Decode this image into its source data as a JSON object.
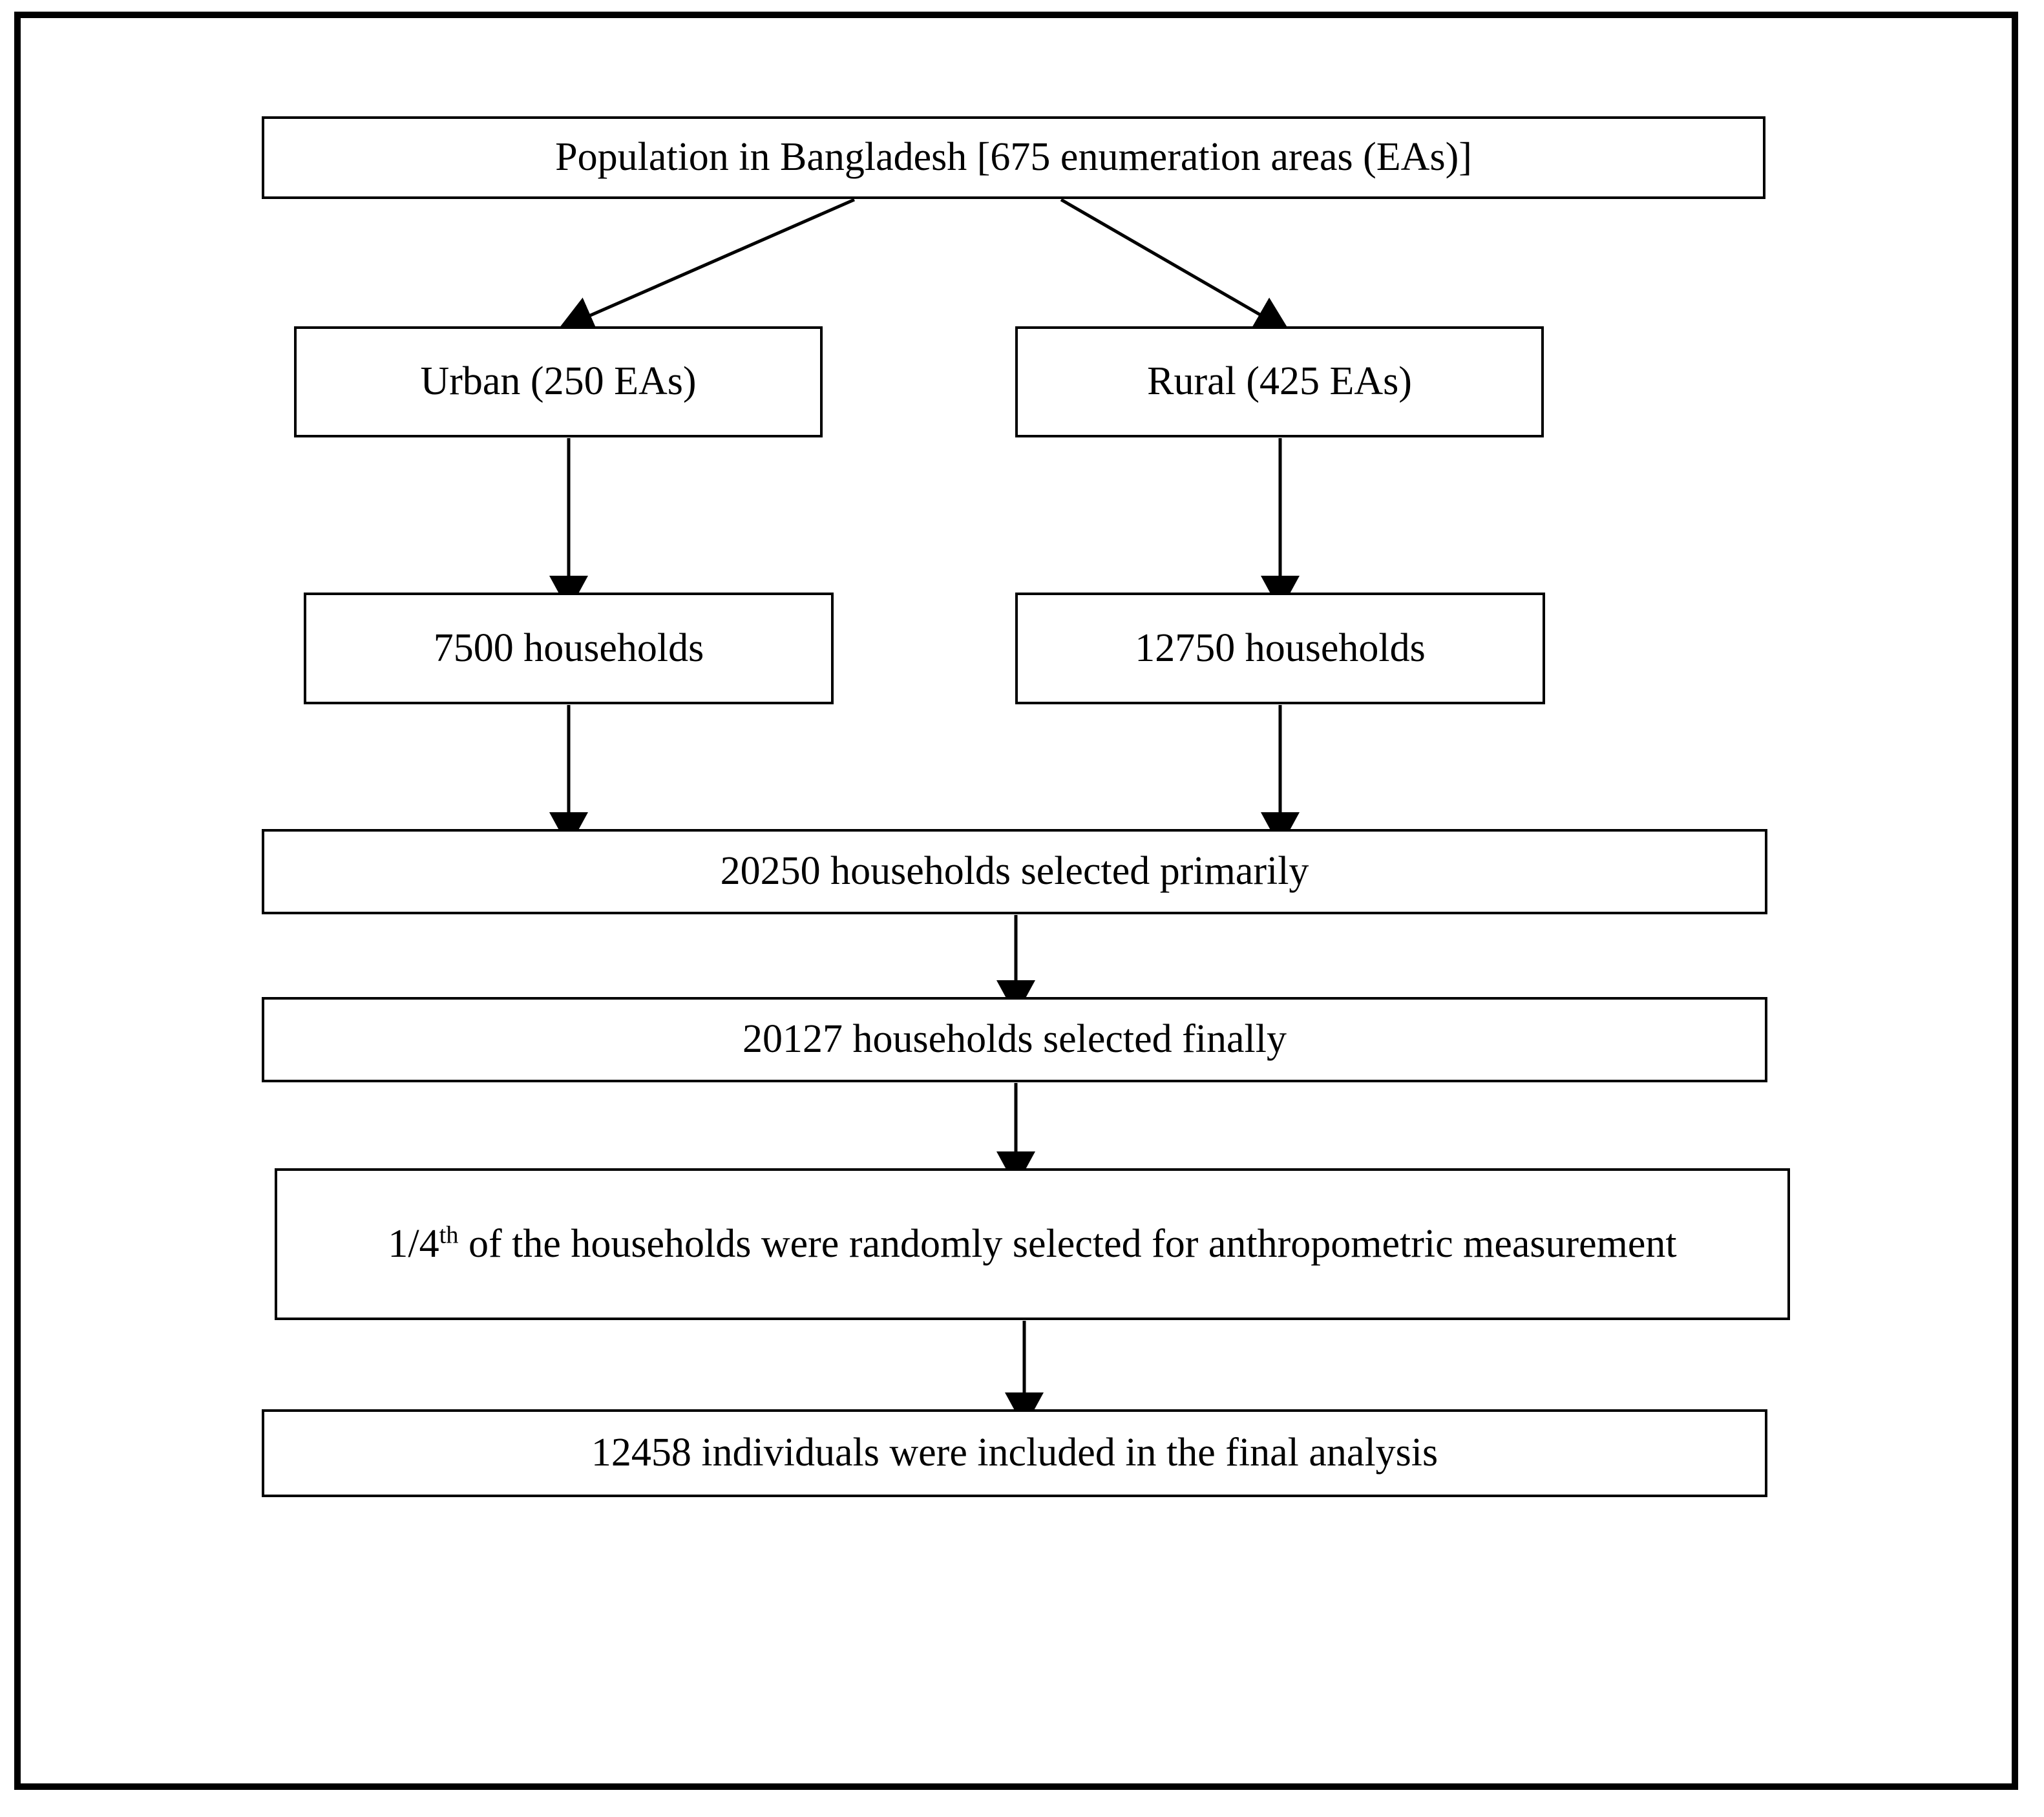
{
  "figure": {
    "type": "flowchart",
    "title": "Study sampling flow diagram",
    "line_color": "#000000",
    "background_color": "#ffffff",
    "border_color": "#000000"
  },
  "nodes": [
    {
      "id": "population",
      "label": "Population in Bangladesh [675 enumeration areas (EAs)]",
      "value": 675,
      "unit": "enumeration areas (EAs)",
      "level": 0
    },
    {
      "id": "urban",
      "label": "Urban (250 EAs)",
      "value": 250,
      "unit": "EAs",
      "level": 1
    },
    {
      "id": "rural",
      "label": "Rural (425 EAs)",
      "value": 425,
      "unit": "EAs",
      "level": 1
    },
    {
      "id": "urban_households",
      "label": "7500 households",
      "value": 7500,
      "unit": "households",
      "level": 2
    },
    {
      "id": "rural_households",
      "label": "12750 households",
      "value": 12750,
      "unit": "households",
      "level": 2
    },
    {
      "id": "primary_selection",
      "label": "20250 households selected primarily",
      "value": 20250,
      "unit": "households",
      "level": 3
    },
    {
      "id": "final_selection",
      "label": "20127 households selected finally",
      "value": 20127,
      "unit": "households",
      "level": 4
    },
    {
      "id": "quarter_sample",
      "label_prefix": "1/4",
      "label_superscript": "th",
      "label_suffix": " of the households were randomly selected for anthropometric measurement",
      "fraction": "1/4th",
      "level": 5
    },
    {
      "id": "final_analysis",
      "label": "12458 individuals were included in the final analysis",
      "value": 12458,
      "unit": "individuals",
      "level": 6
    }
  ],
  "edges": [
    {
      "from": "population",
      "to": "urban",
      "style": "diagonal-arrow"
    },
    {
      "from": "population",
      "to": "rural",
      "style": "diagonal-arrow"
    },
    {
      "from": "urban",
      "to": "urban_households",
      "style": "vertical-arrow"
    },
    {
      "from": "rural",
      "to": "rural_households",
      "style": "vertical-arrow"
    },
    {
      "from": "urban_households",
      "to": "primary_selection",
      "style": "vertical-arrow"
    },
    {
      "from": "rural_households",
      "to": "primary_selection",
      "style": "vertical-arrow"
    },
    {
      "from": "primary_selection",
      "to": "final_selection",
      "style": "vertical-arrow"
    },
    {
      "from": "final_selection",
      "to": "quarter_sample",
      "style": "vertical-arrow"
    },
    {
      "from": "quarter_sample",
      "to": "final_analysis",
      "style": "vertical-arrow"
    }
  ]
}
